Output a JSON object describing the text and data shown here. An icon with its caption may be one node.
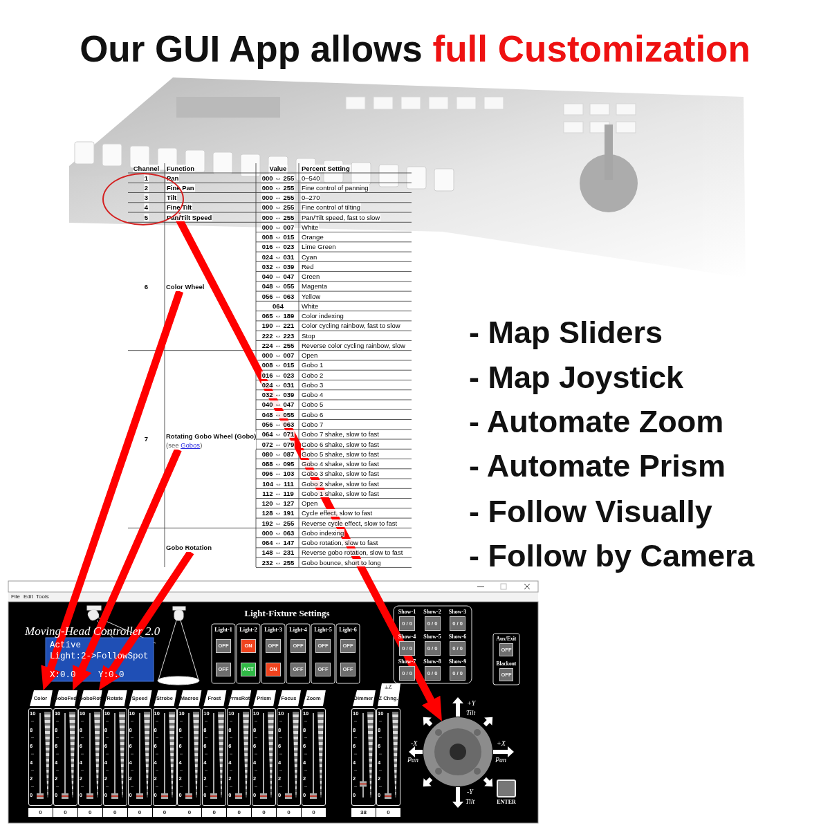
{
  "diagram": {
    "title": "Our GUI App allows full Customization",
    "nodes": [
      {
        "text": [],
        "shape": "circle"
      },
      {
        "text": [
          "Color Wheel"
        ]
      },
      {
        "text": [
          "Rotating Gobo Wheel (Gobo)",
          "(see",
          "Gobos",
          ")"
        ]
      },
      {
        "text": [
          "Gobo Rotation"
        ]
      },
      {
        "text": [
          "Color",
          "10",
          "8",
          "6",
          "4",
          "2",
          "0",
          "0"
        ]
      },
      {
        "text": [
          "GoboFxd",
          "10",
          "8",
          "6",
          "4",
          "2",
          "0",
          "0"
        ]
      },
      {
        "text": [
          "GoboRot",
          "10",
          "8",
          "6",
          "4",
          "2",
          "0",
          "0"
        ]
      },
      {
        "text": [
          "Rotate",
          "10",
          "8",
          "6",
          "4",
          "2",
          "0",
          "0"
        ]
      },
      {
        "text": [
          "Speed",
          "10",
          "8",
          "6",
          "4",
          "2",
          "0",
          "0"
        ]
      },
      {
        "text": [
          "Strobe",
          "10",
          "8",
          "6",
          "4",
          "2",
          "0",
          "0"
        ]
      },
      {
        "text": [
          "Macros",
          "10",
          "8",
          "6",
          "4",
          "2",
          "0",
          "0"
        ]
      },
      {
        "text": [
          "Frost",
          "10",
          "8",
          "6",
          "4",
          "2",
          "0",
          "0"
        ]
      },
      {
        "text": [
          "PrmsRot",
          "10",
          "8",
          "6",
          "4",
          "2",
          "0",
          "0"
        ]
      },
      {
        "text": [
          "Prism",
          "10",
          "8",
          "6",
          "4",
          "2",
          "0",
          "0"
        ]
      },
      {
        "text": [
          "Focus",
          "10",
          "8",
          "6",
          "4",
          "2",
          "0",
          "0"
        ]
      },
      {
        "text": [
          "Zoom",
          "10",
          "8",
          "6",
          "4",
          "2",
          "0",
          "0"
        ]
      },
      {
        "text": [
          "Dimmer",
          "10",
          "8",
          "6",
          "4",
          "2",
          "0",
          "38"
        ]
      },
      {
        "text": [
          "Z Chng.",
          "10",
          "8",
          "6",
          "4",
          "2",
          "0",
          "0"
        ],
        "beside": [
          "±Z"
        ]
      },
      {
        "text": [],
        "shape": "circle"
      }
    ],
    "edges": [
      {
        "from": 0,
        "to": 18,
        "arrow": "to"
      },
      {
        "from": 1,
        "to": 4,
        "arrow": "to"
      },
      {
        "from": 2,
        "to": 5,
        "arrow": "to"
      },
      {
        "from": 3,
        "to": 6,
        "arrow": "to"
      }
    ],
    "labels": [
      "Channel",
      "Function",
      "Value",
      "Percent Setting",
      "1",
      "Pan",
      "000 ⇔ 255",
      "0–540",
      "2",
      "Fine Pan",
      "000 ⇔ 255",
      "Fine control of panning",
      "3",
      "Tilt",
      "000 ⇔ 255",
      "0–270",
      "4",
      "Fine Tilt",
      "000 ⇔ 255",
      "Fine control of tilting",
      "5",
      "Pan/Tilt Speed",
      "000 ⇔ 255",
      "Pan/Tilt speed, fast to slow",
      "6",
      "000 ⇔ 007",
      "White",
      "008 ⇔ 015",
      "Orange",
      "016 ⇔ 023",
      "Lime Green",
      "024 ⇔ 031",
      "Cyan",
      "032 ⇔ 039",
      "Red",
      "040 ⇔ 047",
      "Green",
      "048 ⇔ 055",
      "Magenta",
      "056 ⇔ 063",
      "Yellow",
      "064",
      "White",
      "065 ⇔ 189",
      "Color indexing",
      "190 ⇔ 221",
      "Color cycling rainbow, fast to slow",
      "222 ⇔ 223",
      "Stop",
      "224 ⇔ 255",
      "Reverse color cycling rainbow, slow",
      "7",
      "000 ⇔ 007",
      "Open",
      "008 ⇔ 015",
      "Gobo 1",
      "016 ⇔ 023",
      "Gobo 2",
      "024 ⇔ 031",
      "Gobo 3",
      "032 ⇔ 039",
      "Gobo 4",
      "040 ⇔ 047",
      "Gobo 5",
      "048 ⇔ 055",
      "Gobo 6",
      "056 ⇔ 063",
      "Gobo 7",
      "064 ⇔ 071",
      "Gobo 7 shake, slow to fast",
      "072 ⇔ 079",
      "Gobo 6 shake, slow to fast",
      "080 ⇔ 087",
      "Gobo 5 shake, slow to fast",
      "088 ⇔ 095",
      "Gobo 4 shake, slow to fast",
      "096 ⇔ 103",
      "Gobo 3 shake, slow to fast",
      "104 ⇔ 111",
      "Gobo 2 shake, slow to fast",
      "112 ⇔ 119",
      "Gobo 1 shake, slow to fast",
      "120 ⇔ 127",
      "Open",
      "128 ⇔ 191",
      "Cycle effect, slow to fast",
      "192 ⇔ 255",
      "Reverse cycle effect, slow to fast",
      "000 ⇔ 063",
      "Gobo indexing",
      "064 ⇔ 147",
      "Gobo rotation, slow to fast",
      "148 ⇔ 231",
      "Reverse gobo rotation, slow to fast",
      "232 ⇔ 255",
      "Gobo bounce, short to long",
      "- Map Sliders",
      "- Map Joystick",
      "- Automate Zoom",
      "- Automate Prism",
      "- Follow Visually",
      "- Follow by Camera",
      "File",
      "Edit",
      "Tools",
      "Moving-Head Controller 2.0",
      "Active",
      "Light:2->FollowSpot",
      "X:0.0",
      "Y:0.0",
      "Light-Fixture Settings",
      "Light-1",
      "OFF",
      "OFF",
      "Light-2",
      "ON",
      "ACT",
      "Light-3",
      "OFF",
      "ON",
      "Light-4",
      "OFF",
      "OFF",
      "Light-5",
      "OFF",
      "OFF",
      "Light-6",
      "OFF",
      "OFF",
      "Show-1",
      "0 / 0",
      "Show-2",
      "0 / 0",
      "Show-3",
      "0 / 0",
      "Show-4",
      "0 / 0",
      "Show-5",
      "0 / 0",
      "Show-6",
      "0 / 0",
      "Show-7",
      "0 / 0",
      "Show-8",
      "0 / 0",
      "Show-9",
      "0 / 0",
      "Aux/Exit",
      "OFF",
      "Blackout",
      "OFF",
      "+Y",
      "Tilt",
      "-X",
      "Pan",
      "+X",
      "Pan",
      "-Y",
      "Tilt",
      "ENTER"
    ]
  }
}
